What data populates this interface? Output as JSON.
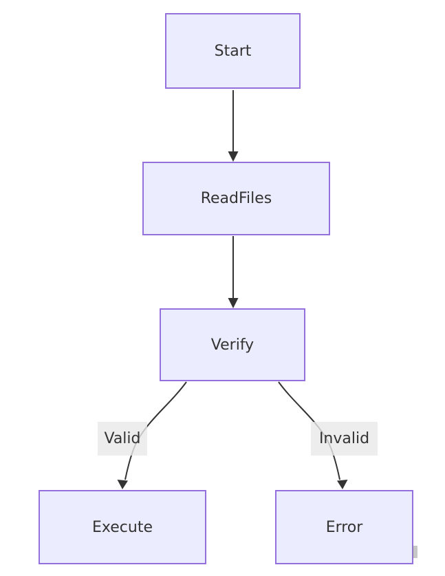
{
  "diagram": {
    "type": "flowchart",
    "direction": "top-down",
    "nodes": [
      {
        "id": "start",
        "shape": "rectangle",
        "label": "Start"
      },
      {
        "id": "readfiles",
        "shape": "rectangle",
        "label": "ReadFiles"
      },
      {
        "id": "verify",
        "shape": "rectangle",
        "label": "Verify"
      },
      {
        "id": "execute",
        "shape": "rectangle",
        "label": "Execute"
      },
      {
        "id": "error",
        "shape": "rectangle",
        "label": "Error"
      }
    ],
    "edges": [
      {
        "from": "Start",
        "to": "ReadFiles",
        "label": ""
      },
      {
        "from": "ReadFiles",
        "to": "Verify",
        "label": ""
      },
      {
        "from": "Verify",
        "to": "Execute",
        "label": "Valid"
      },
      {
        "from": "Verify",
        "to": "Error",
        "label": "Invalid"
      }
    ],
    "colors": {
      "background": "#ffffff",
      "node_fill": "#ECECFF",
      "node_border": "#9370DB",
      "text": "#333333",
      "edge": "#333333",
      "edge_label_bg": "rgba(232,232,232,0.8)"
    }
  }
}
